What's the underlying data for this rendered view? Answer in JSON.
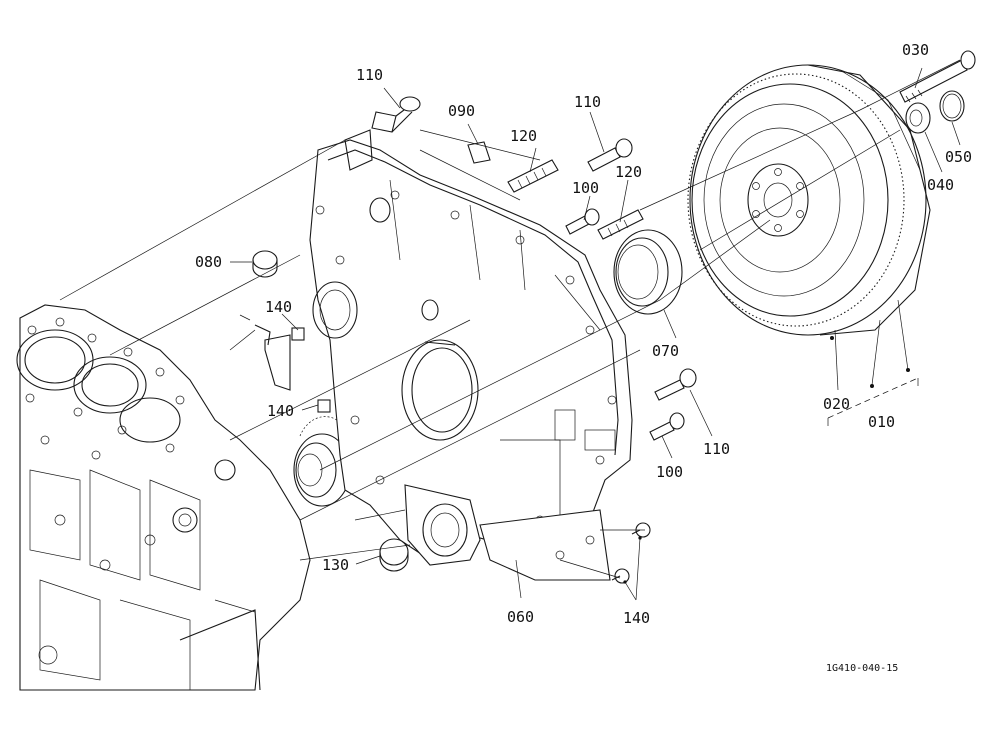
{
  "labels": {
    "p110a": "110",
    "p090": "090",
    "p120a": "120",
    "p110b": "110",
    "p100a": "100",
    "p120b": "120",
    "p080": "080",
    "p140a": "140",
    "p070": "070",
    "p140b": "140",
    "p110c": "110",
    "p100b": "100",
    "p130": "130",
    "p060": "060",
    "p140c": "140",
    "p030": "030",
    "p050": "050",
    "p040": "040",
    "p020": "020",
    "p010": "010"
  },
  "drawing_code": "1G410-040-15"
}
